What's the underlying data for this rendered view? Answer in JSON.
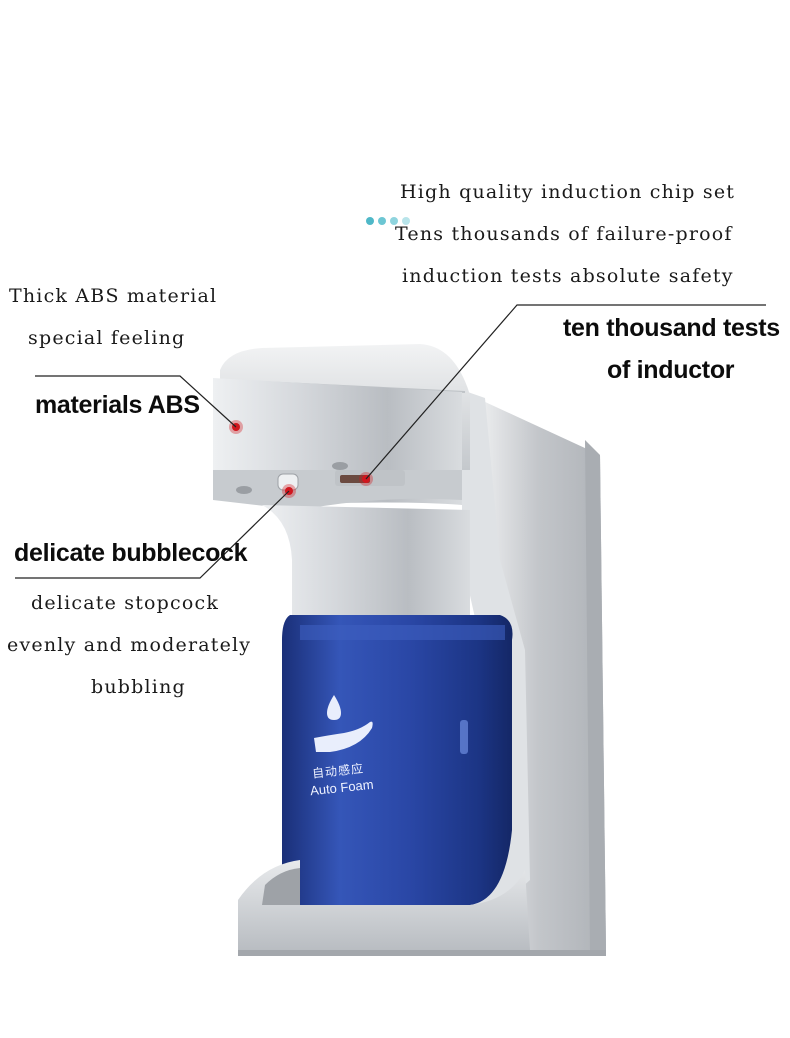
{
  "callouts": {
    "chip": {
      "line1": "High quality induction chip set",
      "line2": "Tens thousands of failure-proof",
      "line3": "induction tests absolute safety",
      "heading_line1": "ten thousand tests",
      "heading_line2": "of inductor"
    },
    "abs": {
      "line1": "Thick ABS material",
      "line2": "special feeling",
      "heading": "materials ABS"
    },
    "bubble": {
      "heading": "delicate bubblecock",
      "line1": "delicate stopcock",
      "line2": "evenly and moderately",
      "line3": "bubbling"
    }
  },
  "product": {
    "label_cn": "自动感应",
    "label_en": "Auto Foam",
    "body_color": "#c9cdd2",
    "tank_color": "#1f3f9a",
    "dot_color": "#d0161e",
    "accent_dots": "#4fb8c8"
  }
}
